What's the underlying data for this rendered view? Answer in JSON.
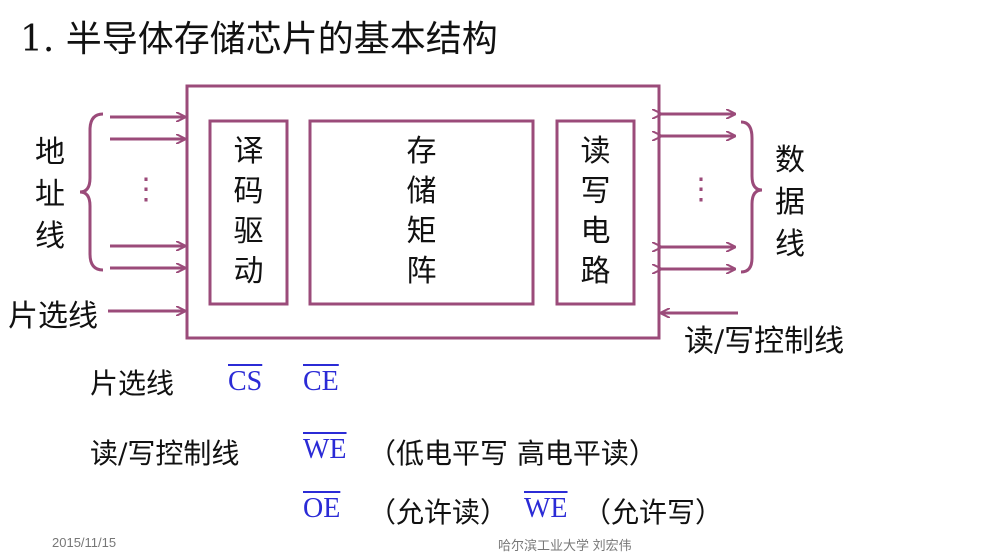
{
  "title": "1.  半导体存储芯片的基本结构",
  "colors": {
    "accent": "#9b4b7a",
    "signal": "#2b2bd6"
  },
  "diagram": {
    "address_lines": [
      "地",
      "址",
      "线"
    ],
    "data_lines": [
      "数",
      "据",
      "线"
    ],
    "chip_select_line": "片选线",
    "rw_control_line": "读/写控制线",
    "decoder": [
      "译",
      "码",
      "驱",
      "动"
    ],
    "memory_array": [
      "存",
      "储",
      "矩",
      "阵"
    ],
    "rw_circuit": [
      "读",
      "写",
      "电",
      "路"
    ],
    "ellipsis": "⋮"
  },
  "legend": {
    "chip_select_label": "片选线",
    "cs": "CS",
    "ce": "CE",
    "rw_label": "读/写控制线",
    "we": "WE",
    "we_note": "（低电平写  高电平读）",
    "oe": "OE",
    "oe_note": "（允许读）",
    "we2": "WE",
    "we2_note": "（允许写）"
  },
  "footer": {
    "date": "2015/11/15",
    "author": "哈尔滨工业大学  刘宏伟"
  }
}
